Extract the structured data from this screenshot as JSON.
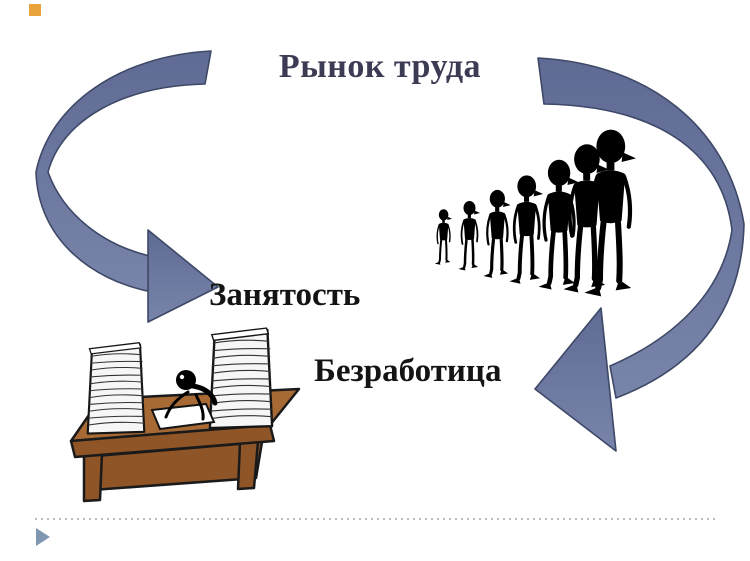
{
  "slide": {
    "title": "Рынок труда",
    "employment_label": "Занятость",
    "unemployment_label": "Безработица"
  },
  "icons": {
    "left_arrow": "curved-ribbon-arrow-pointing-right",
    "right_arrow": "curved-ribbon-arrow-pointing-left",
    "people_queue": "row-of-seven-black-human-silhouettes-growing-in-size",
    "desk": "cartoon-wooden-desk-with-two-paper-stacks-and-slumped-worker",
    "corner_marker": "orange-square",
    "footer_marker": "right-pointing-triangle-bullet",
    "footer_line": "dotted-horizontal-divider"
  },
  "colors": {
    "arrow_fill_top": "#5F6B94",
    "arrow_fill_bottom": "#7884A9",
    "arrow_stroke": "#3E4867",
    "title_text": "#3B3B54",
    "label_text": "#141414",
    "silhouette": "#000000",
    "desk_wood": "#A86A35",
    "desk_wood_dark": "#8F5527",
    "paper": "#F6F6F6",
    "corner_square": "#E9A33C",
    "footer_triangle": "#7F97B1",
    "dotted_line": "#A6A6A6"
  }
}
